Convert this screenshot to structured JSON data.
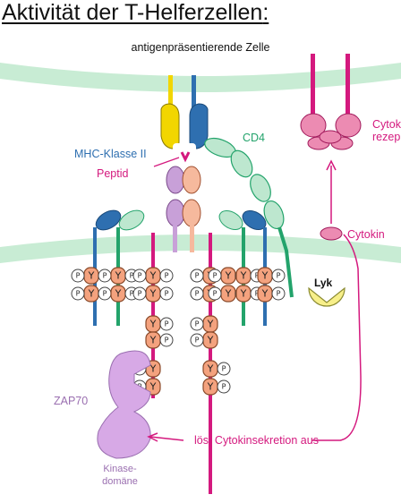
{
  "title": "Aktivität der T-Helferzellen",
  "title_suffix": ":",
  "labels": {
    "apc": "antigenpräsentierende Zelle",
    "mhc": "MHC-Klasse II",
    "peptid": "Peptid",
    "cd4": "CD4",
    "cytokin_rez": "Cytokin-\nrezeptor",
    "cytokin_rez_line1": "Cytok",
    "cytokin_rez_line2": "rezep",
    "cytokin": "Cytokin",
    "lyk": "Lyk",
    "zap70": "ZAP70",
    "kinase_line1": "Kinase-",
    "kinase_line2": "domäne",
    "secretion": "löst Cytokinsekretion aus",
    "p": "P",
    "y": "Y"
  },
  "colors": {
    "membrane": "#c8ecd4",
    "magenta": "#d4197e",
    "mhc_blue": "#2e6fb0",
    "mhc_yellow": "#f2d600",
    "green": "#23a36b",
    "cd4_fill": "#bde7cf",
    "receptor_pink": "#ec8bb2",
    "zap_violet": "#d7a9e6",
    "chain_violet": "#c8a0d8",
    "chain_orange": "#f6b99d",
    "lyk_yellow": "#f7ef8a"
  }
}
